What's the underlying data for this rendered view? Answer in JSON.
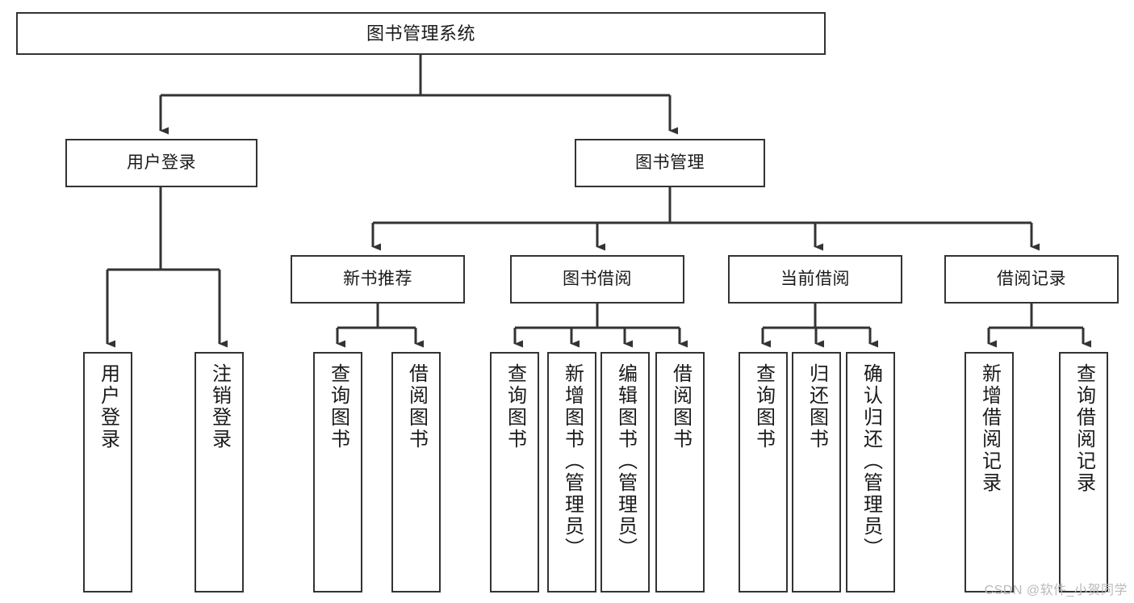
{
  "diagram": {
    "title": "图书管理系统",
    "type": "tree-hierarchy-chart",
    "colors": {
      "box_border": "#333333",
      "box_fill": "#ffffff",
      "connector": "#333333",
      "text": "#1a1a1a",
      "watermark": "#b9b9b9",
      "background": "#ffffff"
    },
    "root": {
      "label": "图书管理系统"
    },
    "level2": [
      {
        "label": "用户登录"
      },
      {
        "label": "图书管理"
      }
    ],
    "level3": [
      {
        "label": "新书推荐"
      },
      {
        "label": "图书借阅"
      },
      {
        "label": "当前借阅"
      },
      {
        "label": "借阅记录"
      }
    ],
    "leaves": {
      "user_login": [
        {
          "label": "用户登录"
        },
        {
          "label": "注销登录"
        }
      ],
      "new_book_recommend": [
        {
          "label": "查询图书"
        },
        {
          "label": "借阅图书"
        }
      ],
      "book_borrow": [
        {
          "label": "查询图书"
        },
        {
          "label": "新增图书（管理员）"
        },
        {
          "label": "编辑图书（管理员）"
        },
        {
          "label": "借阅图书"
        }
      ],
      "current_borrow": [
        {
          "label": "查询图书"
        },
        {
          "label": "归还图书"
        },
        {
          "label": "确认归还（管理员）"
        }
      ],
      "borrow_record": [
        {
          "label": "新增借阅记录"
        },
        {
          "label": "查询借阅记录"
        }
      ]
    },
    "watermark": "CSDN @软件_小贺同学"
  }
}
